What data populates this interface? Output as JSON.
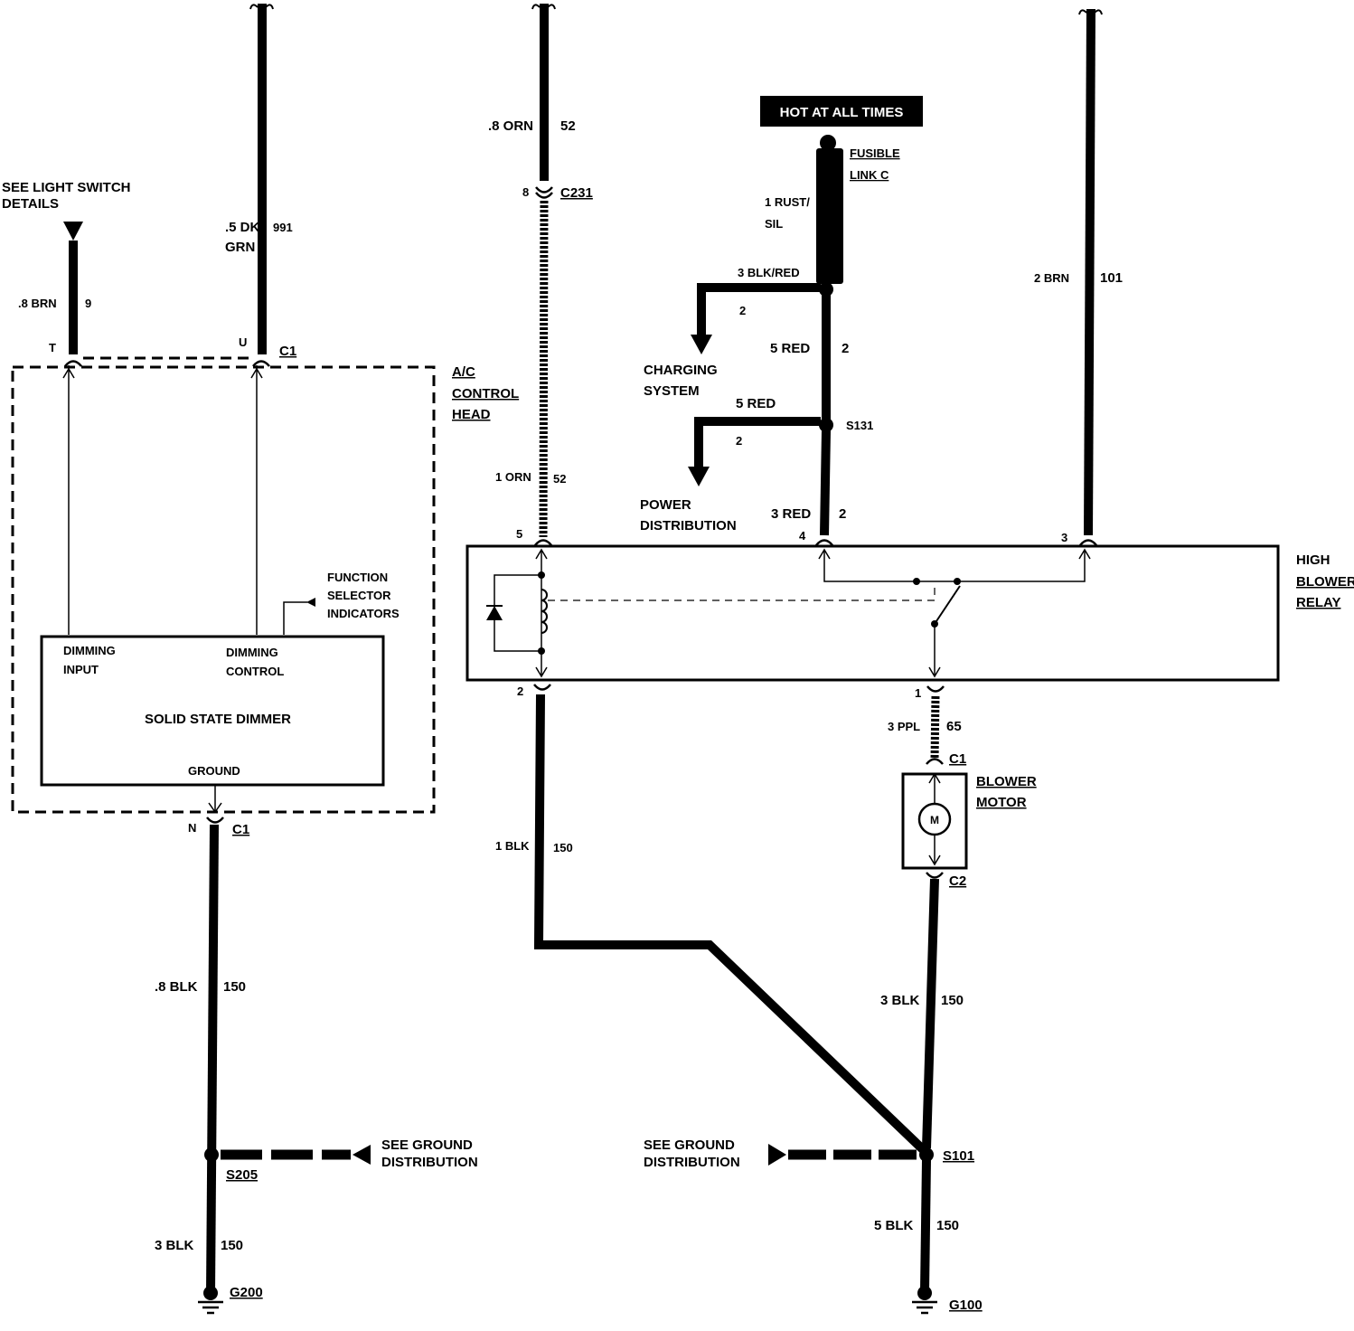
{
  "labels": {
    "see_light_switch_1": "SEE LIGHT SWITCH",
    "see_light_switch_2": "DETAILS",
    "brn9_color": ".8 BRN",
    "brn9_num": "9",
    "pin_t": "T",
    "pin_u": "U",
    "c1_top": "C1",
    "dkgrn_1": ".5 DK",
    "dkgrn_2": "GRN",
    "dkgrn_num": "991",
    "ac_head_1": "A/C",
    "ac_head_2": "CONTROL",
    "ac_head_3": "HEAD",
    "func_1": "FUNCTION",
    "func_2": "SELECTOR",
    "func_3": "INDICATORS",
    "dim_in_1": "DIMMING",
    "dim_in_2": "INPUT",
    "dim_ctl_1": "DIMMING",
    "dim_ctl_2": "CONTROL",
    "ssd": "SOLID STATE DIMMER",
    "ground": "GROUND",
    "pin_n": "N",
    "c1_bottom": "C1",
    "blk150_a_color": ".8 BLK",
    "blk150_a_num": "150",
    "s205": "S205",
    "see_gnd_left_1": "SEE GROUND",
    "see_gnd_left_2": "DISTRIBUTION",
    "blk150_b_color": "3 BLK",
    "blk150_b_num": "150",
    "g200": "G200",
    "orn_top_color": ".8 ORN",
    "orn_top_num": "52",
    "c231_pin": "8",
    "c231": "C231",
    "orn_low_color": "1 ORN",
    "orn_low_num": "52",
    "pin5": "5",
    "pin2": "2",
    "blk1_color": "1 BLK",
    "blk1_num": "150",
    "hot": "HOT AT ALL TIMES",
    "fusible_1": "FUSIBLE",
    "fusible_2": "LINK C",
    "rust_1": "1 RUST/",
    "rust_2": "SIL",
    "blkred": "3 BLK/RED",
    "charging_num": "2",
    "charging_1": "CHARGING",
    "charging_2": "SYSTEM",
    "red5_color": "5  RED",
    "red5_num": "2",
    "red5b": "5 RED",
    "s131": "S131",
    "power_num": "2",
    "power_1": "POWER",
    "power_2": "DISTRIBUTION",
    "red3_color": "3 RED",
    "red3_num": "2",
    "pin4": "4",
    "brn2_color": "2 BRN",
    "brn2_num": "101",
    "pin3": "3",
    "relay_1": "HIGH",
    "relay_2": "BLOWER",
    "relay_3": "RELAY",
    "pin1": "1",
    "ppl_color": "3 PPL",
    "ppl_num": "65",
    "c1_motor": "C1",
    "motor_1": "BLOWER",
    "motor_2": "MOTOR",
    "motor_m": "M",
    "c2_motor": "C2",
    "blk3_color": "3 BLK",
    "blk3_num": "150",
    "see_gnd_right_1": "SEE GROUND",
    "see_gnd_right_2": "DISTRIBUTION",
    "s101": "S101",
    "blk5_color": "5 BLK",
    "blk5_num": "150",
    "g100": "G100"
  }
}
